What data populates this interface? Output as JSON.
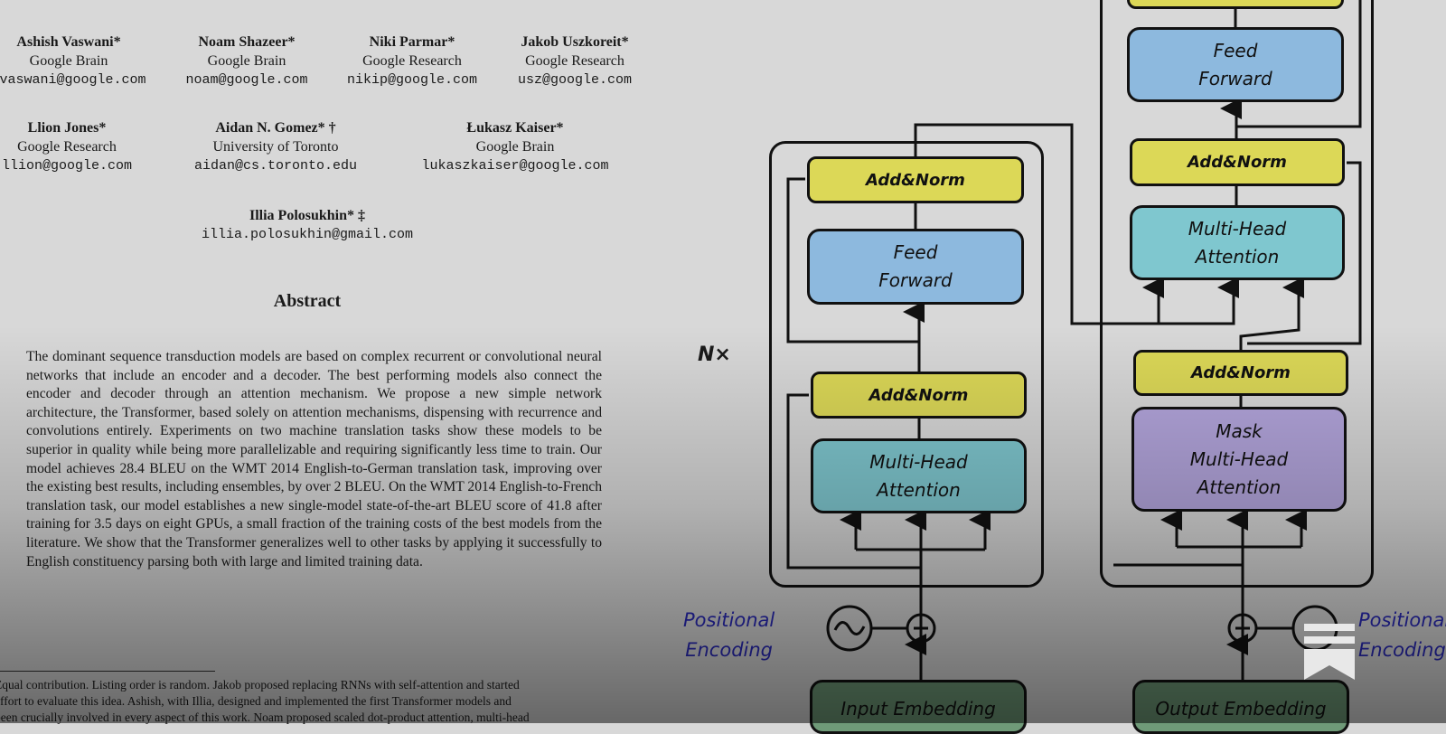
{
  "paper": {
    "authors": [
      {
        "name": "Ashish Vaswani*",
        "affiliation": "Google Brain",
        "email": "avaswani@google.com"
      },
      {
        "name": "Noam Shazeer*",
        "affiliation": "Google Brain",
        "email": "noam@google.com"
      },
      {
        "name": "Niki Parmar*",
        "affiliation": "Google Research",
        "email": "nikip@google.com"
      },
      {
        "name": "Jakob Uszkoreit*",
        "affiliation": "Google Research",
        "email": "usz@google.com"
      },
      {
        "name": "Llion Jones*",
        "affiliation": "Google Research",
        "email": "llion@google.com"
      },
      {
        "name": "Aidan N. Gomez* †",
        "affiliation": "University of Toronto",
        "email": "aidan@cs.toronto.edu"
      },
      {
        "name": "Łukasz Kaiser*",
        "affiliation": "Google Brain",
        "email": "lukaszkaiser@google.com"
      },
      {
        "name": "Illia Polosukhin* ‡",
        "affiliation": "",
        "email": "illia.polosukhin@gmail.com"
      }
    ],
    "abstract_title": "Abstract",
    "abstract": "The dominant sequence transduction models are based on complex recurrent or convolutional neural networks that include an encoder and a decoder. The best performing models also connect the encoder and decoder through an attention mechanism. We propose a new simple network architecture, the Transformer, based solely on attention mechanisms, dispensing with recurrence and convolutions entirely. Experiments on two machine translation tasks show these models to be superior in quality while being more parallelizable and requiring significantly less time to train. Our model achieves 28.4 BLEU on the WMT 2014 English-to-German translation task, improving over the existing best results, including ensembles, by over 2 BLEU. On the WMT 2014 English-to-French translation task, our model establishes a new single-model state-of-the-art BLEU score of 41.8 after training for 3.5 days on eight GPUs, a small fraction of the training costs of the best models from the literature. We show that the Transformer generalizes well to other tasks by applying it successfully to English constituency parsing both with large and limited training data.",
    "footnote_lines": [
      "Equal contribution. Listing order is random. Jakob proposed replacing RNNs with self-attention and started",
      "effort to evaluate this idea. Ashish, with Illia, designed and implemented the first Transformer models and",
      "been crucially involved in every aspect of this work. Noam proposed scaled dot-product attention, multi-head"
    ]
  },
  "diagram": {
    "nx_label": "N×",
    "encoder": {
      "add_norm_top": "Add&Norm",
      "feed_forward": "Feed\nForward",
      "add_norm_bottom": "Add&Norm",
      "attention": "Multi-Head\nAttention",
      "embedding": "Input Embedding"
    },
    "decoder": {
      "feed_forward": "Feed\nForward",
      "add_norm_mid": "Add&Norm",
      "attention": "Multi-Head\nAttention",
      "add_norm_bottom": "Add&Norm",
      "masked_attention": "Mask\nMulti-Head\nAttention",
      "embedding": "Output Embedding"
    },
    "positional_encoding_left": "Positional\nEncoding",
    "positional_encoding_right": "Positional\nEncoding"
  },
  "colors": {
    "add_norm": "#dcd857",
    "feed_forward": "#8db9de",
    "attention": "#7fc7cf",
    "masked_attention": "#b3a5dc",
    "embedding": "#6f9a78",
    "positional_text": "#2a2ab8"
  },
  "brand": {
    "logo": "substack-logo-icon"
  }
}
